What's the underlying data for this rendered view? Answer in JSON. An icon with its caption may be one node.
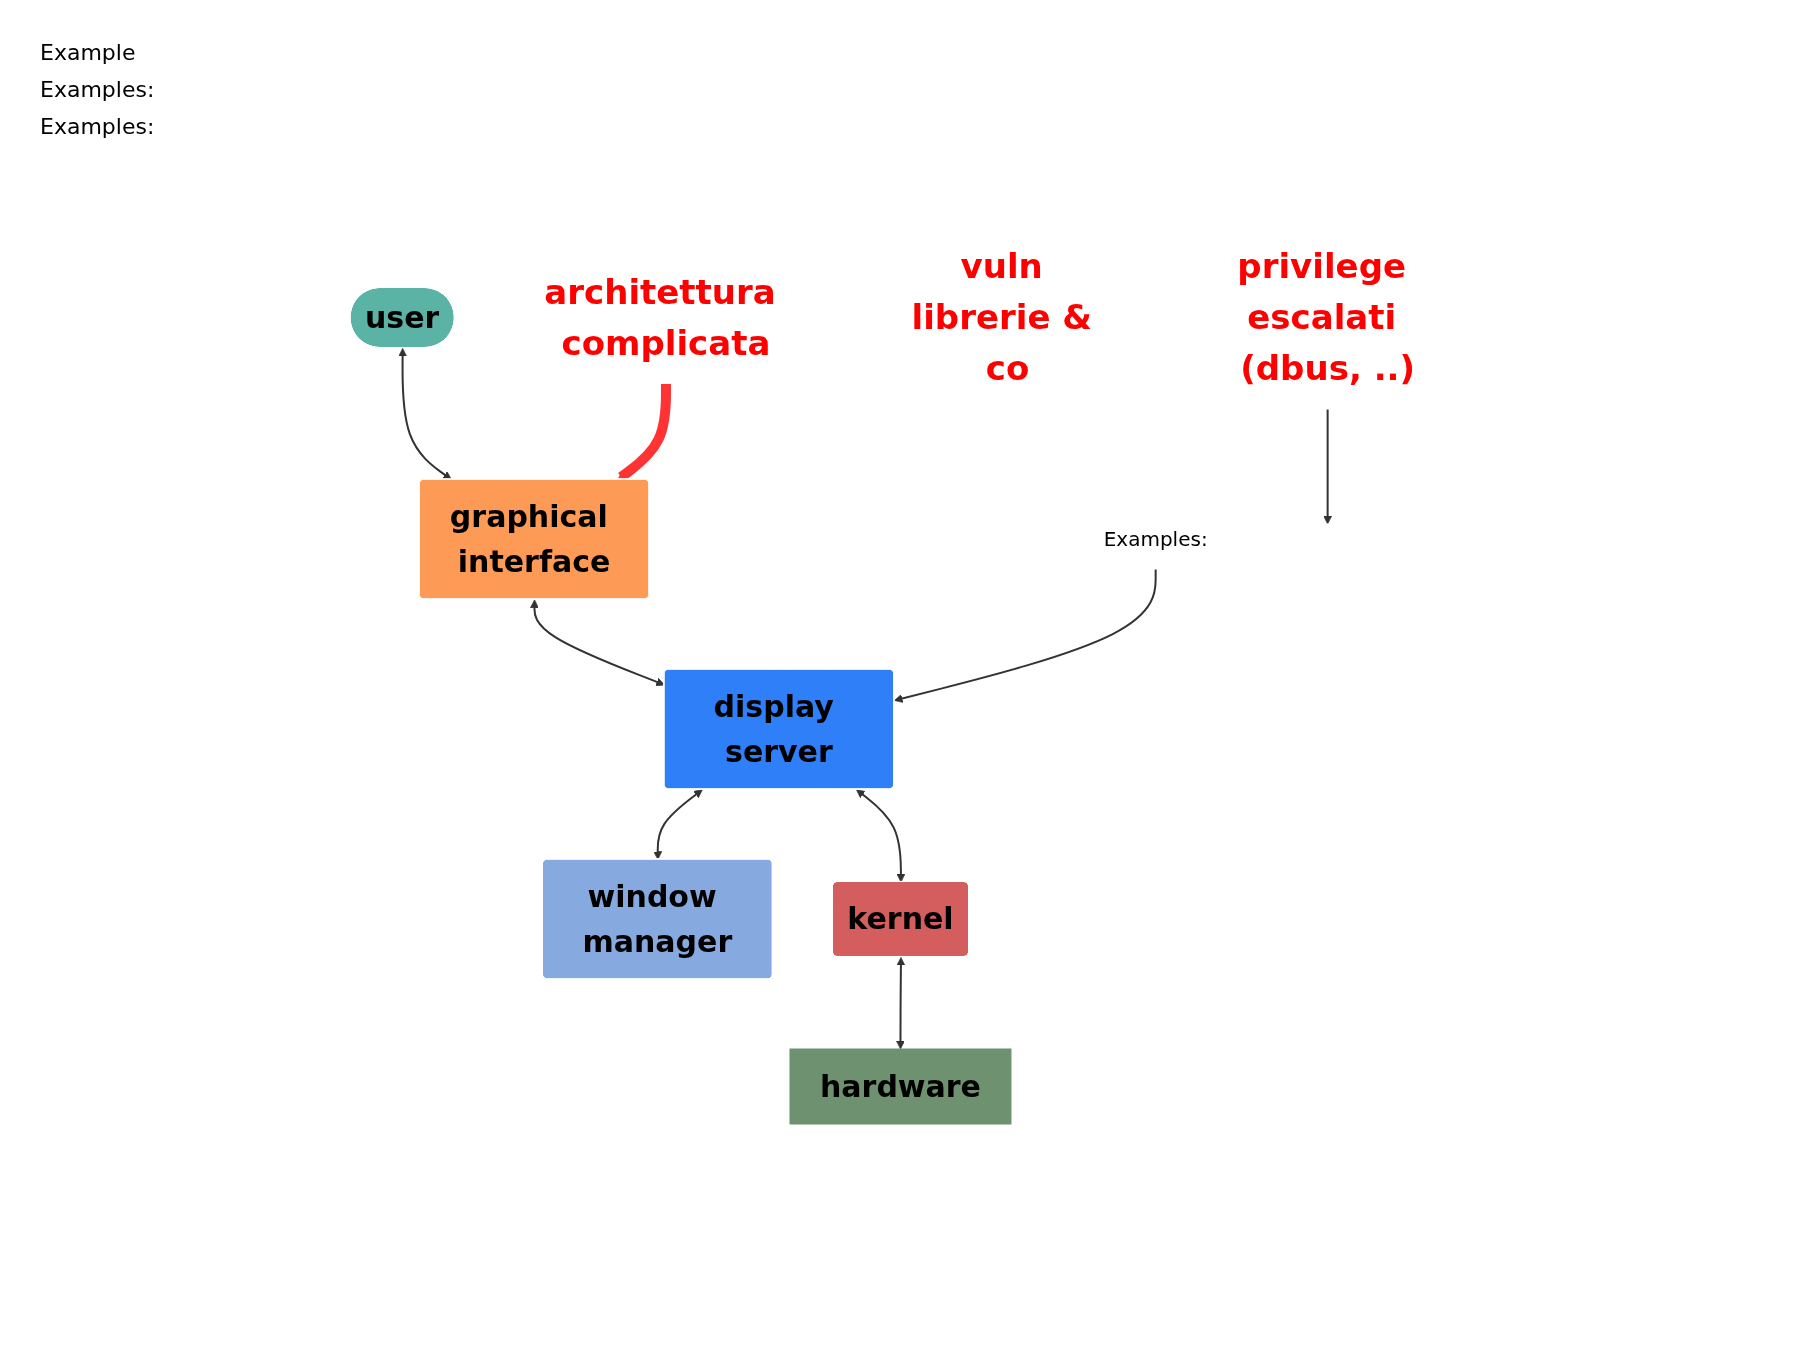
{
  "diagram": {
    "nodes": [
      {
        "text": [
          "user"
        ]
      },
      {
        "text": [
          "graphical interface"
        ]
      },
      {
        "text": [
          "display server"
        ]
      },
      {
        "text": [
          "window manager"
        ]
      },
      {
        "text": [
          "kernel"
        ]
      },
      {
        "text": [
          "hardware"
        ]
      },
      {
        "text": [
          "architettura complicata"
        ]
      },
      {
        "text": [
          "vuln librerie & co"
        ]
      },
      {
        "text": [
          "privilege escalati (dbus, ..)"
        ]
      },
      {
        "text": [
          "Examples:"
        ]
      }
    ],
    "edges": [
      {
        "from": 0,
        "to": 1,
        "arrow": "both"
      },
      {
        "from": 1,
        "to": 2,
        "arrow": "both"
      },
      {
        "from": 2,
        "to": 3,
        "arrow": "both"
      },
      {
        "from": 2,
        "to": 4,
        "arrow": "both"
      },
      {
        "from": 4,
        "to": 5,
        "arrow": "both"
      },
      {
        "from": 9,
        "to": 2,
        "arrow": "to"
      },
      {
        "from": 6,
        "to": 1,
        "arrow": "to",
        "style": "thick",
        "color": "#ff3333"
      },
      {
        "from": 8,
        "to": null,
        "arrow": "to"
      }
    ],
    "labels": [
      "Example",
      "Examples:",
      "Examples:"
    ]
  }
}
